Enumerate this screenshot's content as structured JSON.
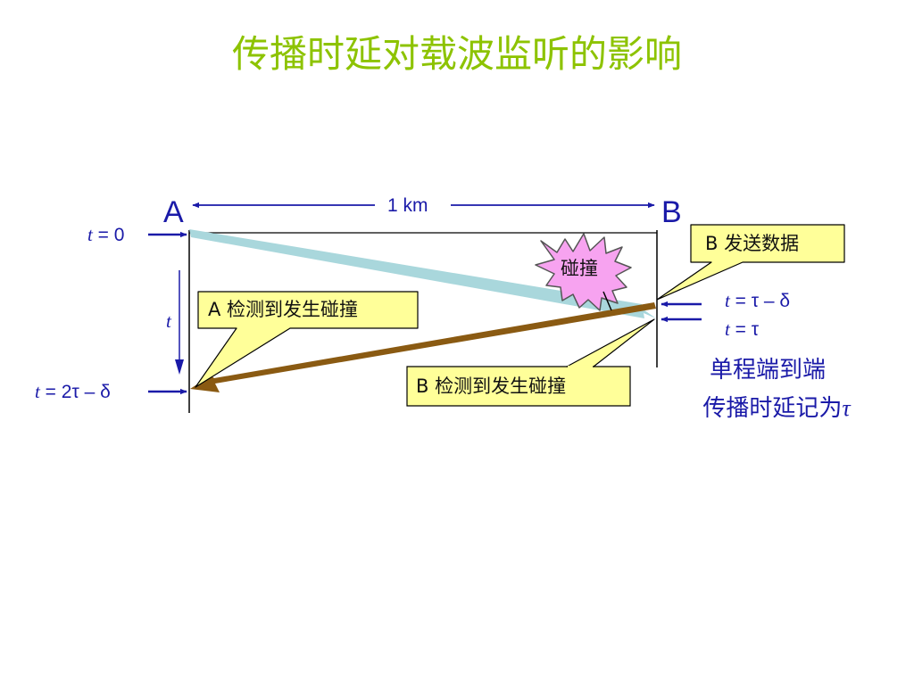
{
  "title": "传播时延对载波监听的影响",
  "nodes": {
    "a": "A",
    "b": "B"
  },
  "distance": "1 km",
  "time_labels": {
    "t0": {
      "var": "t",
      "rest": " = 0"
    },
    "t_tau_minus_delta": {
      "var": "t",
      "rest": " = τ – δ"
    },
    "t_tau": {
      "var": "t",
      "rest": " = τ"
    },
    "t_interval": "t",
    "t_2tau_minus_delta": {
      "var": "t",
      "rest": " = 2τ – δ"
    }
  },
  "callouts": {
    "b_send": "B 发送数据",
    "a_detect": "A 检测到发生碰撞",
    "b_detect": "B 检测到发生碰撞"
  },
  "collision": "碰撞",
  "note": {
    "line1": "单程端到端",
    "line2": "传播时延记为",
    "symbol": "τ"
  },
  "colors": {
    "title": "#8dc300",
    "text": "#1a1aa8",
    "signal_a_to_b": "#a9d7dc",
    "signal_b_to_a": "#8a5a12",
    "callout_fill": "#ffff99",
    "burst_fill": "#f7a3f0"
  }
}
